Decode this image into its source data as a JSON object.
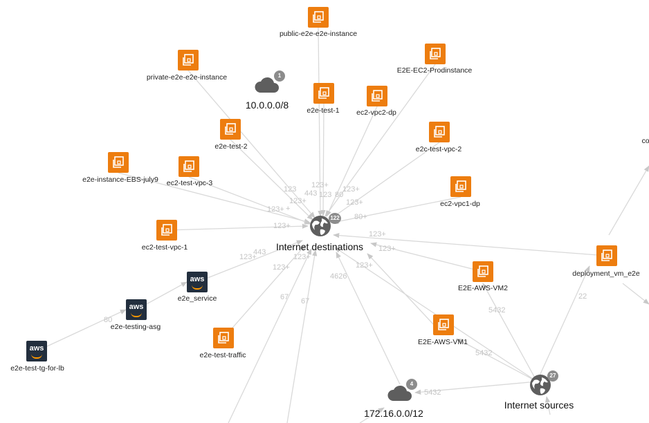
{
  "hub": {
    "label": "Internet destinations",
    "count": "122"
  },
  "sources": {
    "label": "Internet sources",
    "count": "27"
  },
  "clouds": [
    {
      "label": "10.0.0.0/8",
      "count": "1"
    },
    {
      "label": "172.16.0.0/12",
      "count": "4"
    }
  ],
  "instances": [
    "public-e2e-e2e-instance",
    "E2E-EC2-Prodinstance",
    "private-e2e-e2e-instance",
    "e2e-test-1",
    "ec2-vpc2-dp",
    "e2c-test-vpc-2",
    "e2e-test-2",
    "e2e-instance-EBS-july9",
    "ec2-test-vpc-3",
    "ec2-vpc1-dp",
    "ec2-test-vpc-1",
    "deployment_vm_e2e",
    "E2E-AWS-VM2",
    "E2E-AWS-VM1",
    "e2e-test-traffic"
  ],
  "aws_services": [
    {
      "logo": "aws",
      "label": "e2e_service"
    },
    {
      "logo": "aws",
      "label": "e2e-testing-asg"
    },
    {
      "logo": "aws",
      "label": "e2e-test-tg-for-lb"
    }
  ],
  "edge_labels": [
    "123",
    "443",
    "123",
    "80",
    "123+",
    "123+",
    "123+",
    "123+",
    "123+",
    "80+",
    "123+",
    "123+",
    "443",
    "123+",
    "123+",
    "123+",
    "123+",
    "123+",
    "4626",
    "67",
    "67",
    "5432",
    "5432",
    "5432",
    "22",
    "80"
  ],
  "edge_labels_extra": [
    "+"
  ],
  "cut_label": "co",
  "colors": {
    "ec2": "#ed7d0f",
    "aws": "#232f3e",
    "edge": "#d9d9d9",
    "edge_label": "#c4c4c4",
    "node_icon": "#6b6b6b"
  }
}
